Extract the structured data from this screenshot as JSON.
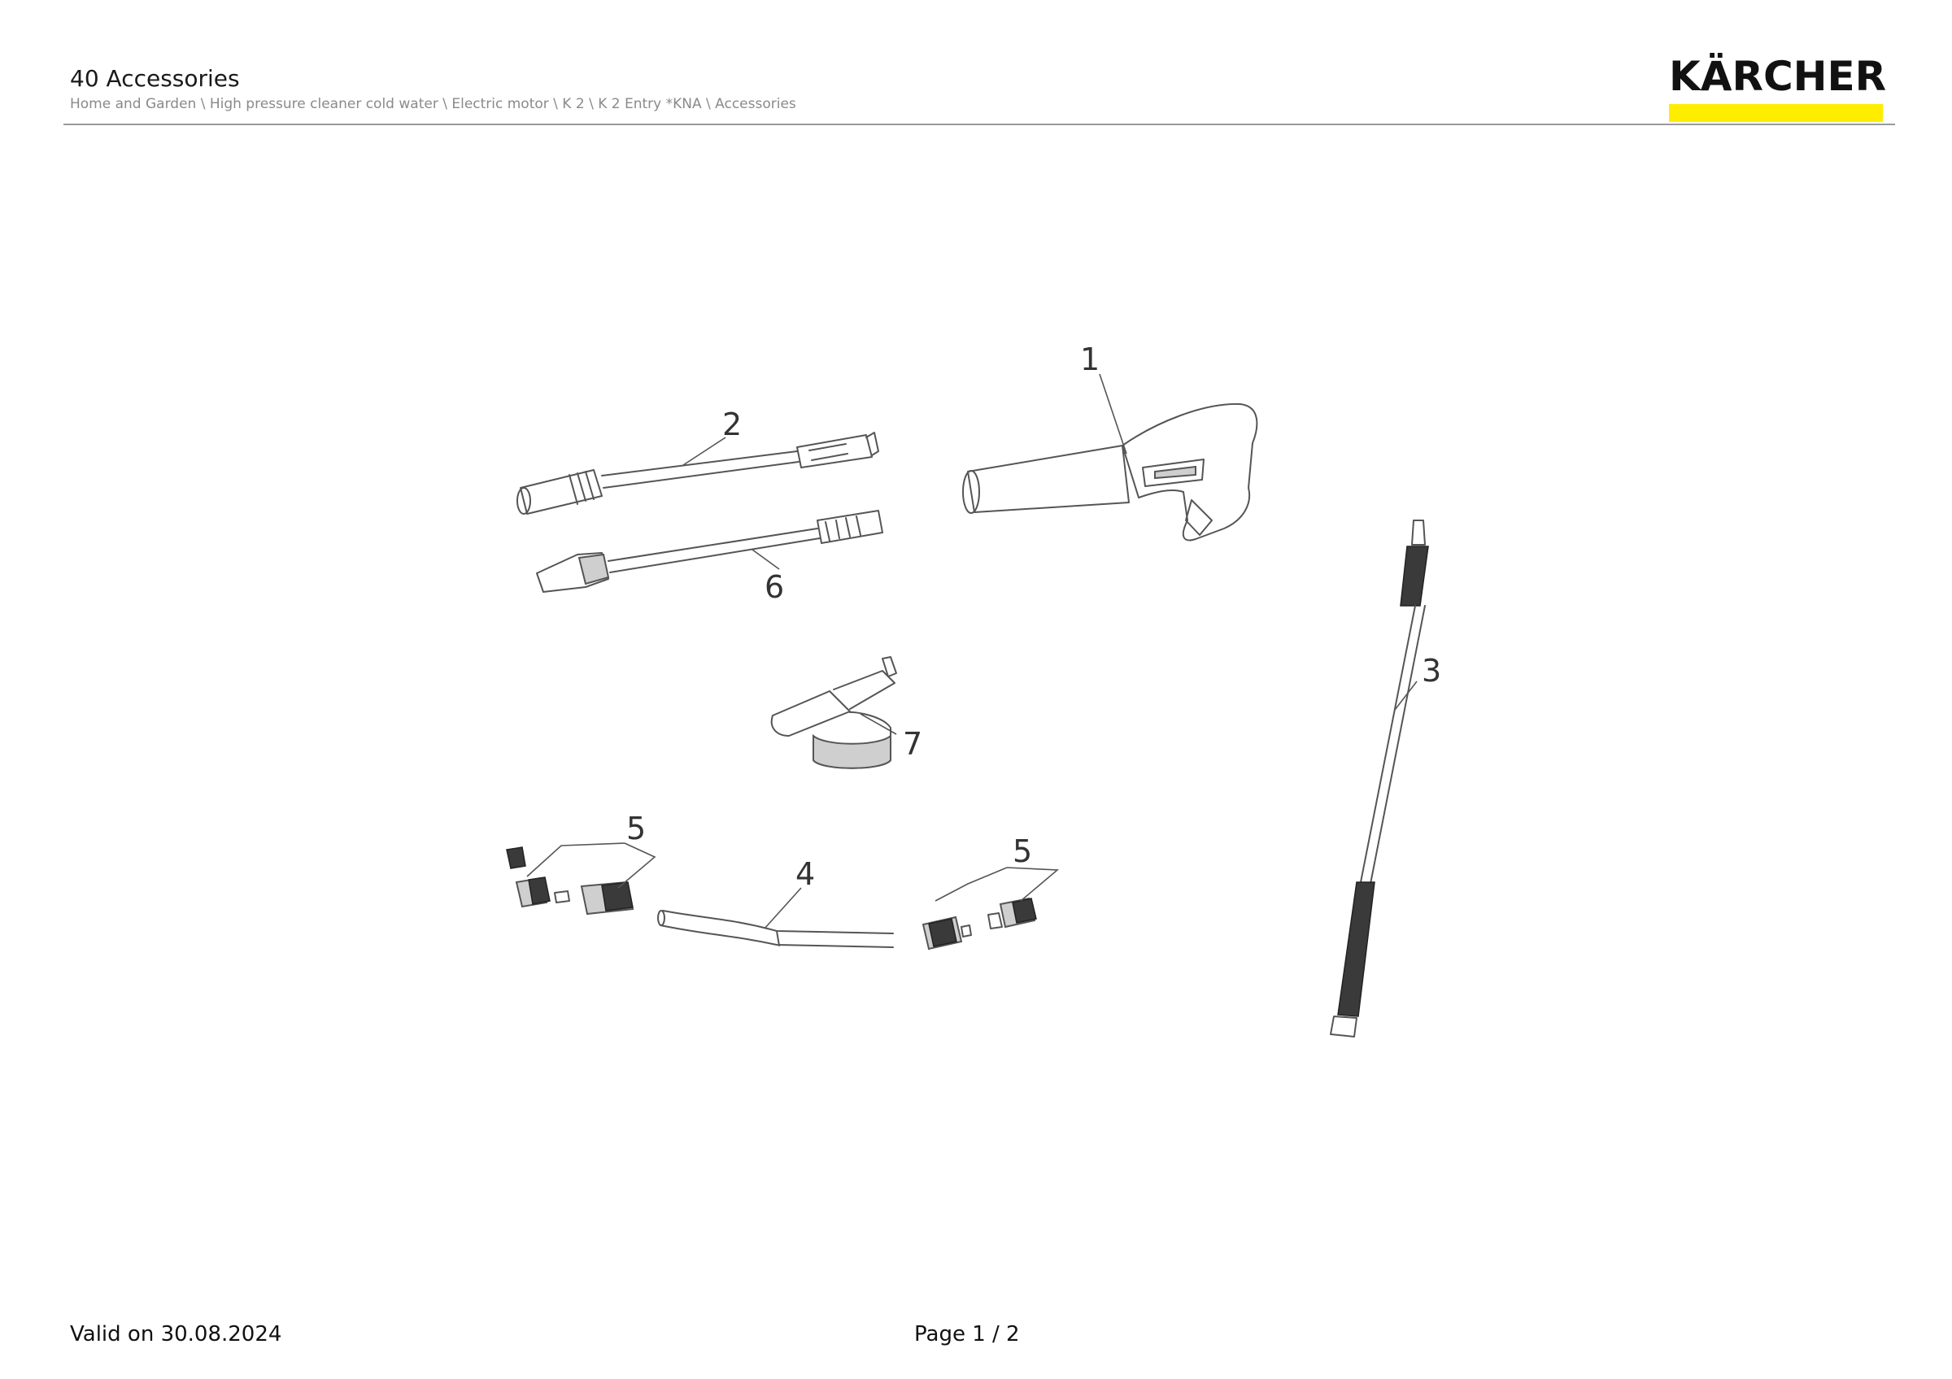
{
  "header": {
    "title": "40 Accessories",
    "breadcrumb": "Home and Garden \\ High pressure cleaner cold water \\ Electric motor \\ K 2 \\ K 2 Entry *KNA \\ Accessories"
  },
  "brand": {
    "logo_text": "KÄRCHER",
    "accent_color": "#ffed00"
  },
  "diagram": {
    "callouts": [
      "1",
      "2",
      "3",
      "4",
      "5",
      "5",
      "6",
      "7"
    ]
  },
  "footer": {
    "valid": "Valid on 30.08.2024",
    "page": "Page 1 / 2"
  }
}
